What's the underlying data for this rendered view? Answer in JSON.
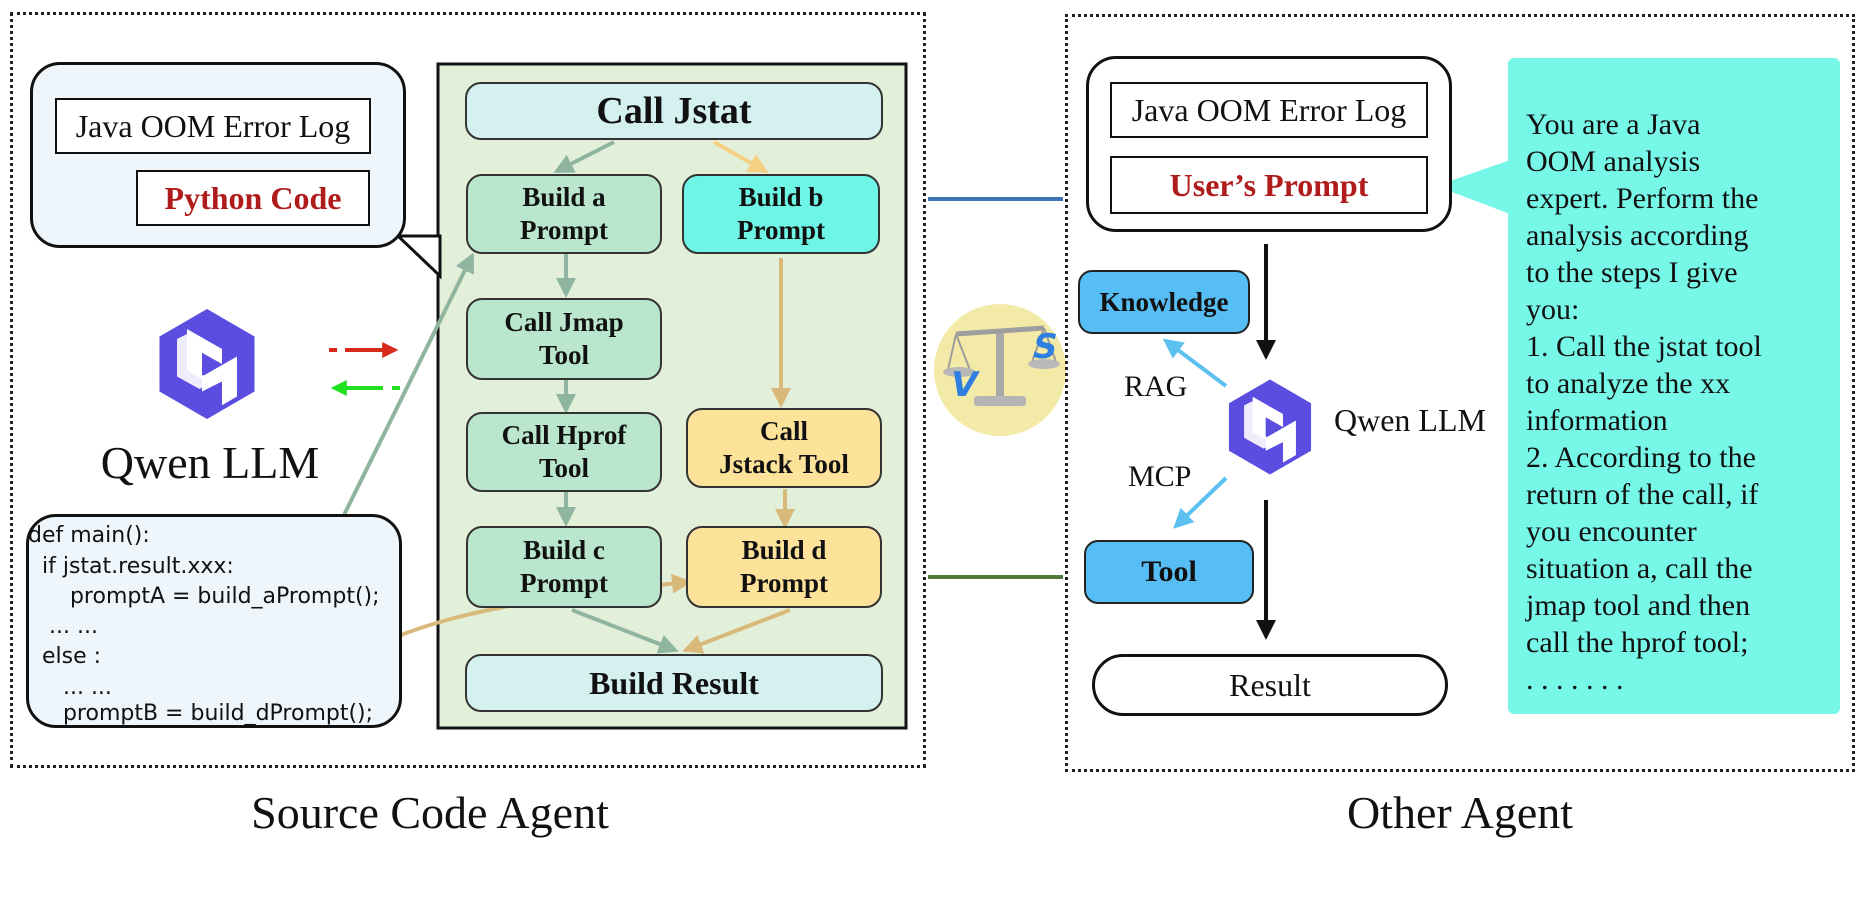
{
  "left_panel": {
    "input_box": {
      "log_label": "Java OOM Error Log",
      "code_label": "Python Code",
      "code_icon": "python-logo-icon"
    },
    "llm": {
      "label": "Qwen LLM",
      "icon": "qwen-logo-icon"
    },
    "code_snippet": [
      "def main():",
      "  if jstat.result.xxx:",
      "      promptA = build_aPrompt();",
      "   ... ...",
      "  else :",
      "     ... ...",
      "     promptB = build_dPrompt();"
    ],
    "flow": {
      "call_jstat": "Call Jstat",
      "build_a": "Build a\nPrompt",
      "build_b": "Build b\nPrompt",
      "call_jmap": "Call Jmap\nTool",
      "call_hprof": "Call Hprof\nTool",
      "call_jstack": "Call\nJstack Tool",
      "build_c": "Build c\nPrompt",
      "build_d": "Build d\nPrompt",
      "build_result": "Build Result"
    },
    "caption": "Source Code Agent"
  },
  "vs_icon": "versus-scale-icon",
  "right_panel": {
    "input_box": {
      "log_label": "Java OOM Error Log",
      "prompt_label": "User’s Prompt"
    },
    "knowledge": "Knowledge",
    "tool": "Tool",
    "rag_label": "RAG",
    "mcp_label": "MCP",
    "llm_label": "Qwen LLM",
    "result": "Result",
    "prompt_text": [
      "You are a Java",
      "OOM analysis",
      "expert. Perform the",
      "analysis according",
      "to the steps I give",
      "you:",
      "1. Call the jstat tool",
      "to analyze the xx",
      "information",
      "2. According to the",
      "return of the call, if",
      "you encounter",
      "situation a, call the",
      "jmap tool and then",
      "call the hprof tool;",
      ". . . . . . ."
    ],
    "caption": "Other Agent"
  },
  "colors": {
    "green_node": "#b9e6cc",
    "cyan_node": "#6ef5e6",
    "orange_node": "#fde29a",
    "header_node": "#d4f1ef",
    "flow_panel": "#e3f0d9",
    "blue_box": "#57bdf5",
    "prompt_panel": "#77f7e8",
    "red_text": "#b01c1c",
    "qwen_purple": "#5a4de0"
  }
}
